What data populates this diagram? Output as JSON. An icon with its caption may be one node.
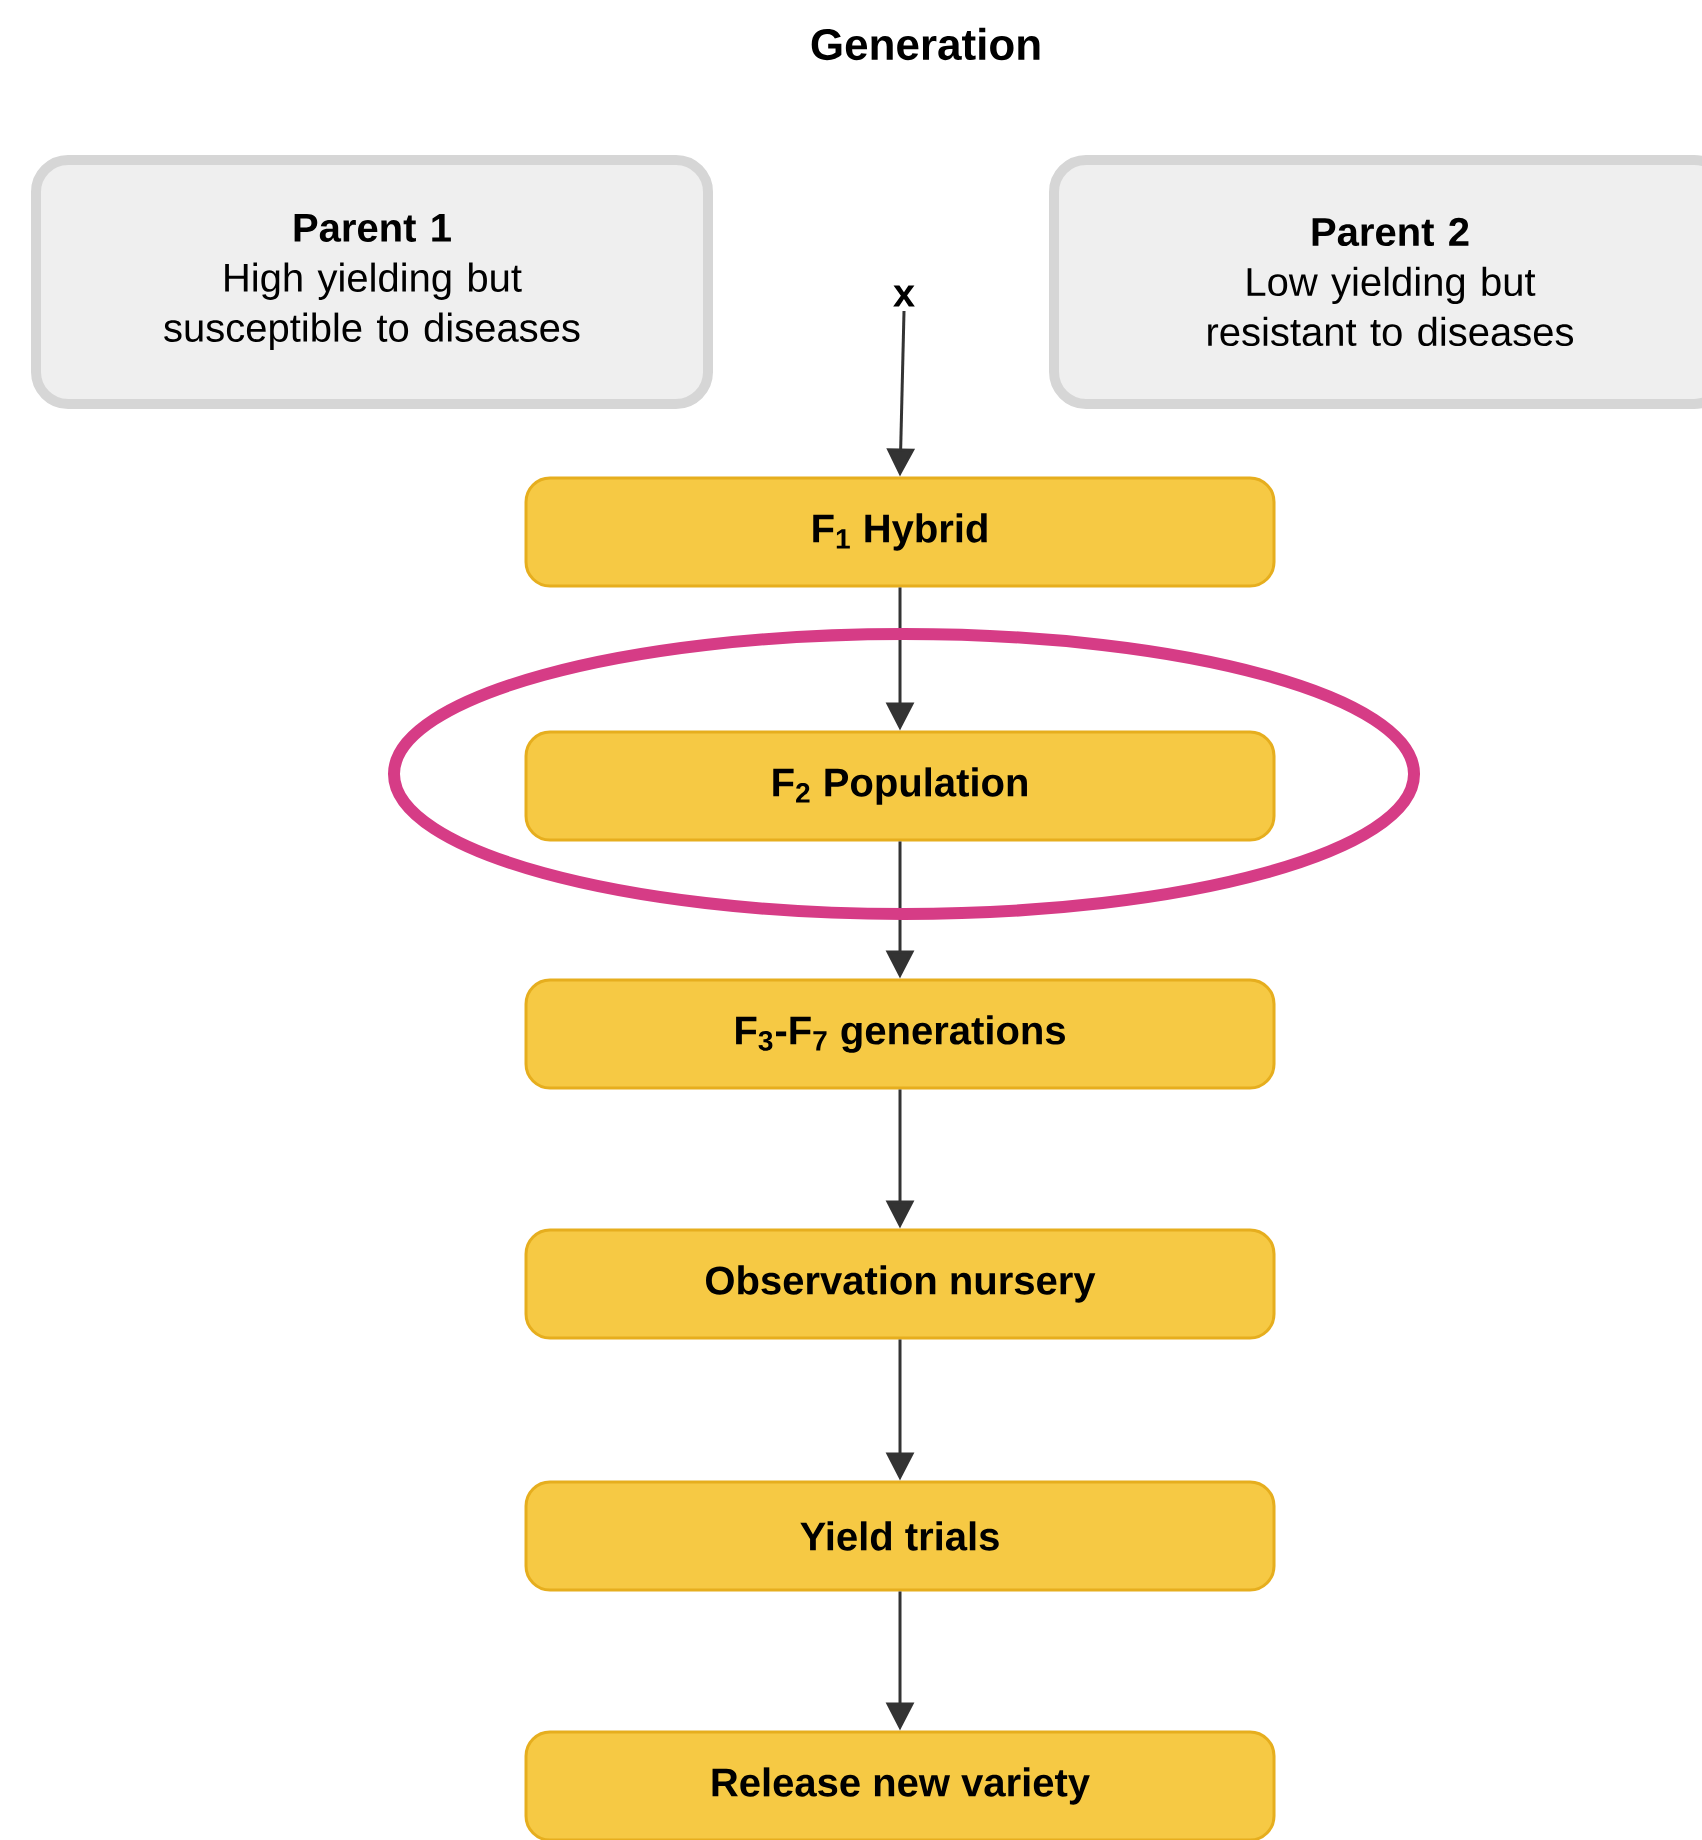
{
  "diagram": {
    "title": "Generation",
    "nodes": [
      {
        "text": [
          "Parent 1",
          "High yielding but susceptible to diseases"
        ]
      },
      {
        "text": [
          "Parent 2",
          "Low yielding but resistant to diseases"
        ]
      },
      {
        "text": [
          "x"
        ]
      },
      {
        "text": [
          "F$_{1}$ Hybrid"
        ]
      },
      {
        "text": [
          "F$_{2}$ Population"
        ]
      },
      {
        "text": [
          "F$_{3}$-F$_{7}$ generations"
        ]
      },
      {
        "text": [
          "Observation nursery"
        ]
      },
      {
        "text": [
          "Yield trials"
        ]
      },
      {
        "text": [
          "Release new variety"
        ]
      }
    ],
    "edges": [
      {
        "from": 2,
        "to": 3,
        "arrow": "to"
      },
      {
        "from": 3,
        "to": 4,
        "arrow": "to"
      },
      {
        "from": 4,
        "to": 5,
        "arrow": "to"
      },
      {
        "from": 5,
        "to": 6,
        "arrow": "to"
      },
      {
        "from": 6,
        "to": 7,
        "arrow": "to"
      },
      {
        "from": 7,
        "to": 8,
        "arrow": "to"
      }
    ]
  }
}
